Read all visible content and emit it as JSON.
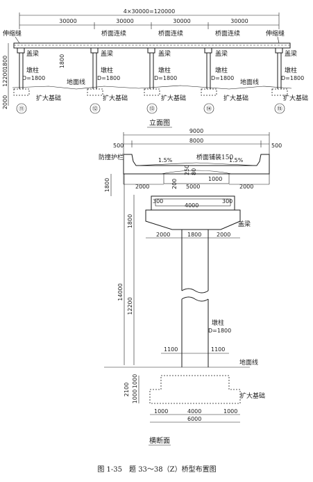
{
  "elevation": {
    "total_span": "4×30000=120000",
    "spans": [
      "30000",
      "30000",
      "30000",
      "30000"
    ],
    "labels": {
      "expansion_joint": "伸缩缝",
      "deck_continuity": "桥面连续",
      "cap_beam": "盖梁",
      "pier": "墩柱",
      "pier_d": "D=1800",
      "ground": "地面线",
      "foundation": "扩大基础",
      "dim_1800": "1800",
      "dim_12200": "12200",
      "dim_2000": "2000"
    },
    "piers": [
      "⑪",
      "⑫",
      "⑬",
      "⑭",
      "⑮"
    ],
    "title": "立面图"
  },
  "cross": {
    "dims": {
      "w9000": "9000",
      "w8000": "8000",
      "w500": "500",
      "slope": "1.5%",
      "paving": "桥面铺装150",
      "d250": "250",
      "d80": "80",
      "d1000": "1000",
      "d200": "200",
      "w2000": "2000",
      "w5000": "5000",
      "w4000": "4000",
      "d300": "300",
      "h1800": "1800",
      "h14000": "14000",
      "h12200": "12200",
      "w1800": "1800",
      "w1100": "1100",
      "h2100": "2100",
      "w6000": "6000"
    },
    "labels": {
      "guardrail": "防撞护栏",
      "paving": "桥面铺装150",
      "cap_beam": "盖梁",
      "pier": "墩柱",
      "pier_d": "D=1800",
      "ground": "地面线",
      "foundation": "扩大基础"
    },
    "title": "横断面"
  },
  "caption": "图 1-35　题 33～38（Z）桥型布置图"
}
